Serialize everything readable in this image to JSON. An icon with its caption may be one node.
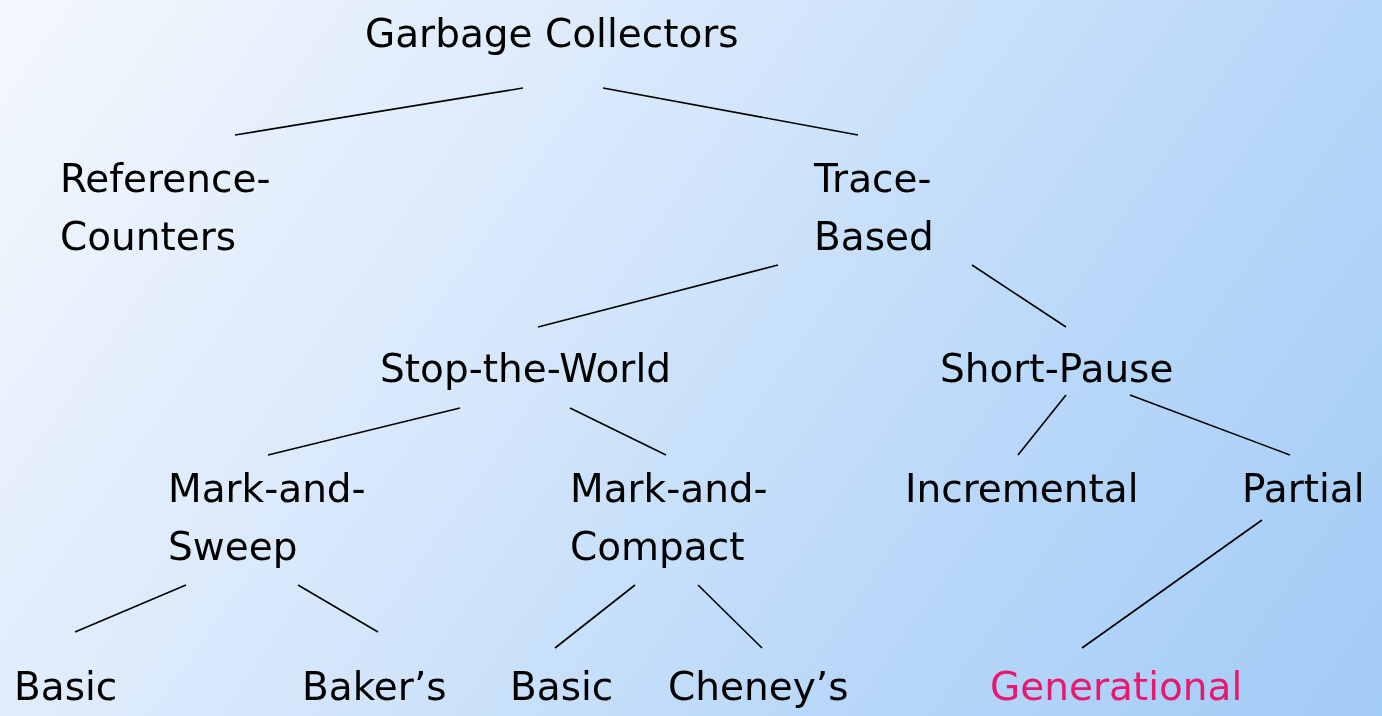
{
  "diagram": {
    "nodes": [
      {
        "text": [
          "Garbage Collectors"
        ]
      },
      {
        "text": [
          "Reference- Counters"
        ]
      },
      {
        "text": [
          "Trace- Based"
        ]
      },
      {
        "text": [
          "Stop-the-World"
        ]
      },
      {
        "text": [
          "Short-Pause"
        ]
      },
      {
        "text": [
          "Mark-and- Sweep"
        ]
      },
      {
        "text": [
          "Mark-and- Compact"
        ]
      },
      {
        "text": [
          "Incremental"
        ]
      },
      {
        "text": [
          "Partial"
        ]
      },
      {
        "text": [
          "Basic"
        ]
      },
      {
        "text": [
          "Baker’s"
        ]
      },
      {
        "text": [
          "Basic"
        ]
      },
      {
        "text": [
          "Cheney’s"
        ]
      },
      {
        "text": [
          "Generational"
        ]
      }
    ],
    "edges": [
      {
        "from": 0,
        "to": 1,
        "arrow": "none"
      },
      {
        "from": 0,
        "to": 2,
        "arrow": "none"
      },
      {
        "from": 2,
        "to": 3,
        "arrow": "none"
      },
      {
        "from": 2,
        "to": 4,
        "arrow": "none"
      },
      {
        "from": 3,
        "to": 5,
        "arrow": "none"
      },
      {
        "from": 3,
        "to": 6,
        "arrow": "none"
      },
      {
        "from": 4,
        "to": 7,
        "arrow": "none"
      },
      {
        "from": 4,
        "to": 8,
        "arrow": "none"
      },
      {
        "from": 5,
        "to": 9,
        "arrow": "none"
      },
      {
        "from": 5,
        "to": 10,
        "arrow": "none"
      },
      {
        "from": 6,
        "to": 11,
        "arrow": "none"
      },
      {
        "from": 6,
        "to": 12,
        "arrow": "none"
      },
      {
        "from": 8,
        "to": 13,
        "arrow": "none"
      }
    ]
  }
}
